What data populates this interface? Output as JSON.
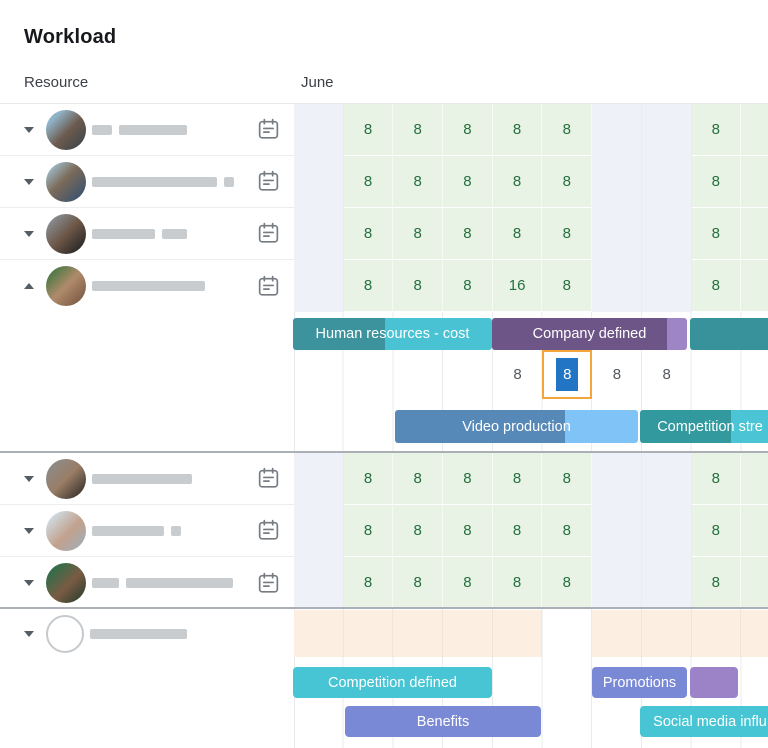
{
  "header": {
    "title": "Workload",
    "resource_label": "Resource",
    "month_label": "June"
  },
  "resources": [
    {
      "state": "collapsed"
    },
    {
      "state": "collapsed"
    },
    {
      "state": "collapsed"
    },
    {
      "state": "expanded"
    },
    {
      "state": "collapsed"
    },
    {
      "state": "collapsed"
    },
    {
      "state": "collapsed"
    },
    {
      "state": "collapsed-unassigned"
    }
  ],
  "workload_grid": {
    "rows": [
      {
        "cells": [
          "",
          "8",
          "8",
          "8",
          "8",
          "8",
          "",
          "",
          "8",
          ""
        ]
      },
      {
        "cells": [
          "",
          "8",
          "8",
          "8",
          "8",
          "8",
          "",
          "",
          "8",
          ""
        ]
      },
      {
        "cells": [
          "",
          "8",
          "8",
          "8",
          "8",
          "8",
          "",
          "",
          "8",
          ""
        ]
      },
      {
        "cells": [
          "",
          "8",
          "8",
          "8",
          "16",
          "8",
          "",
          "",
          "8",
          ""
        ]
      },
      {
        "cells": [
          "",
          "8",
          "8",
          "8",
          "8",
          "8",
          "",
          "",
          "8",
          ""
        ]
      },
      {
        "cells": [
          "",
          "8",
          "8",
          "8",
          "8",
          "8",
          "",
          "",
          "8",
          ""
        ]
      },
      {
        "cells": [
          "",
          "8",
          "8",
          "8",
          "8",
          "8",
          "",
          "",
          "8",
          ""
        ]
      }
    ],
    "expanded_day_numbers": {
      "cells": [
        "",
        "",
        "",
        "",
        "8",
        "8",
        "8",
        "8",
        "",
        ""
      ],
      "selected_index": 5,
      "selected_value": "8"
    }
  },
  "bars": {
    "hr_cost": "Human resources - cost",
    "company_defined": "Company defined",
    "teal_unlabeled": "",
    "video_production": "Video production",
    "competition_str": "Competition stre",
    "competition_defined": "Competition defined",
    "promotions": "Promotions",
    "purple_unlabeled": "",
    "benefits": "Benefits",
    "social_media": "Social media influ"
  },
  "colors": {
    "workday_cell": "#e8f3e5",
    "weekend_cell": "#eef2f8",
    "overbooked_cell": "#fdeee2",
    "selected_fill": "#2274c5",
    "selection_border": "#f3a73b",
    "teal_dark": "#3c939d",
    "cyan": "#49c3d3",
    "purple": "#6d5687",
    "purple_light": "#9e85c5",
    "steel_blue": "#5689b7",
    "light_blue": "#80c3f6",
    "periwinkle": "#7a89d6"
  }
}
